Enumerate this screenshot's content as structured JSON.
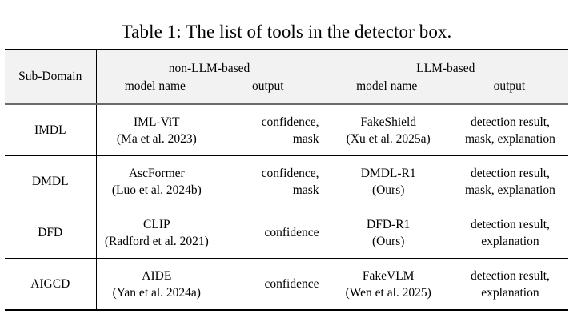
{
  "caption": "Table 1: The list of tools in the detector box.",
  "table": {
    "header": {
      "subdomain_label": "Sub-Domain",
      "groups": [
        {
          "title": "non-LLM-based",
          "model_name_label": "model name",
          "output_label": "output"
        },
        {
          "title": "LLM-based",
          "model_name_label": "model name",
          "output_label": "output"
        }
      ]
    },
    "rows": [
      {
        "subdomain": "IMDL",
        "non_llm_model_line1": "IML-ViT",
        "non_llm_model_line2": "(Ma et al. 2023)",
        "non_llm_output_line1": "confidence,",
        "non_llm_output_line2": "mask",
        "llm_model_line1": "FakeShield",
        "llm_model_line2": "(Xu et al. 2025a)",
        "llm_output_line1": "detection result,",
        "llm_output_line2": "mask, explanation"
      },
      {
        "subdomain": "DMDL",
        "non_llm_model_line1": "AscFormer",
        "non_llm_model_line2": "(Luo et al. 2024b)",
        "non_llm_output_line1": "confidence,",
        "non_llm_output_line2": "mask",
        "llm_model_line1": "DMDL-R1",
        "llm_model_line2": "(Ours)",
        "llm_output_line1": "detection result,",
        "llm_output_line2": "mask, explanation"
      },
      {
        "subdomain": "DFD",
        "non_llm_model_line1": "CLIP",
        "non_llm_model_line2": "(Radford et al. 2021)",
        "non_llm_output_line1": "confidence",
        "non_llm_output_line2": "",
        "llm_model_line1": "DFD-R1",
        "llm_model_line2": "(Ours)",
        "llm_output_line1": "detection result,",
        "llm_output_line2": "explanation"
      },
      {
        "subdomain": "AIGCD",
        "non_llm_model_line1": "AIDE",
        "non_llm_model_line2": "(Yan et al. 2024a)",
        "non_llm_output_line1": "confidence",
        "non_llm_output_line2": "",
        "llm_model_line1": "FakeVLM",
        "llm_model_line2": "(Wen et al. 2025)",
        "llm_output_line1": "detection result,",
        "llm_output_line2": "explanation"
      }
    ]
  },
  "colors": {
    "header_background": "#f2f2f2",
    "rule_dark": "#000000",
    "rule_header_separator": "#6b6b6b",
    "text": "#000000",
    "page_background": "#ffffff"
  }
}
